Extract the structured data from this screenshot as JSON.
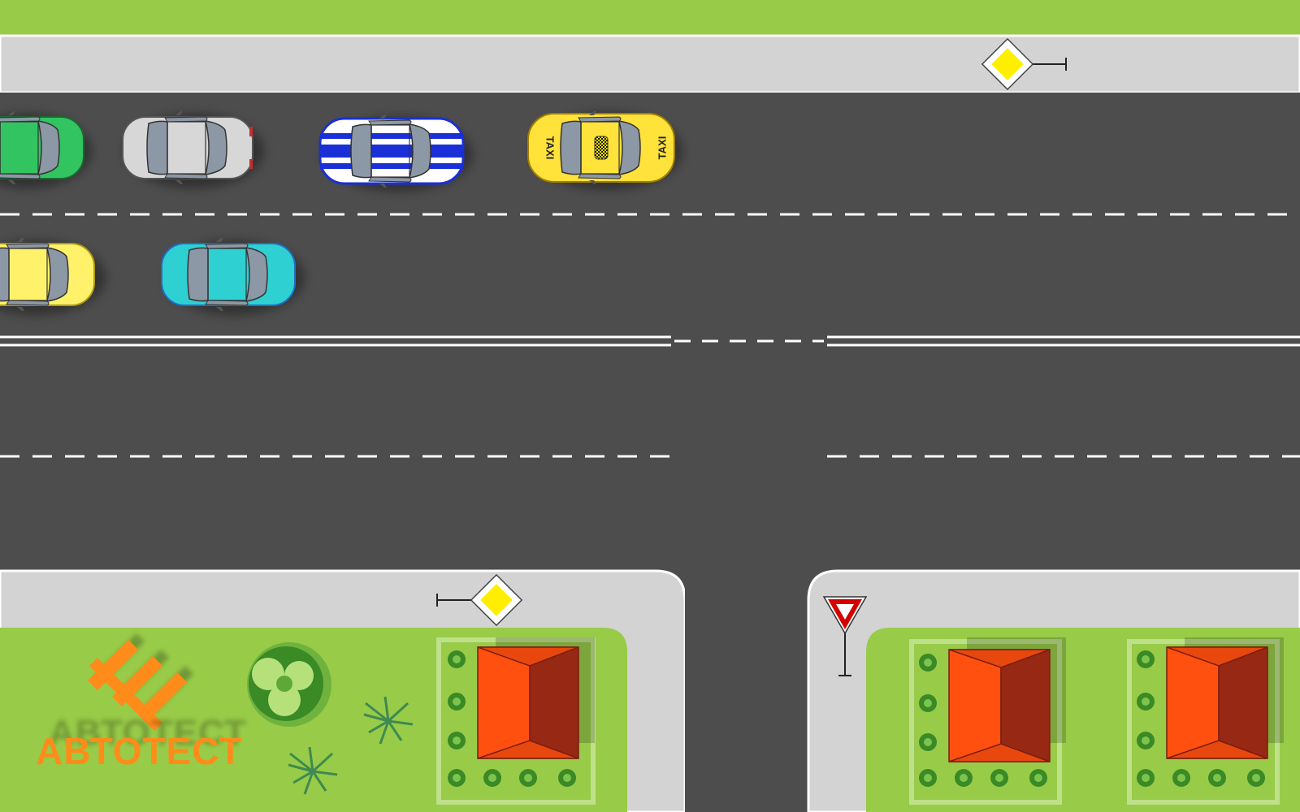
{
  "scene": {
    "title": "",
    "colors": {
      "grass": "#98cb48",
      "sidewalk": "#d3d3d3",
      "asphalt": "#4d4d4d",
      "roof_light": "#ff5010",
      "roof_dark": "#962814",
      "sign_yellow": "#ffee00"
    }
  },
  "taxi": {
    "label_front": "TAXI",
    "label_rear": "TAXI"
  },
  "logo": {
    "text": "АВТОТЕСТ"
  },
  "signs": {
    "main_road_top": "main-road-sign",
    "main_road_bottom": "main-road-sign",
    "yield": "yield-sign"
  },
  "vehicles": [
    {
      "name": "green-car",
      "color": "#33c462"
    },
    {
      "name": "silver-car",
      "color": "#d7d7d7"
    },
    {
      "name": "blue-striped-car",
      "color": "#1a2fd6"
    },
    {
      "name": "taxi-car",
      "color": "#ffe23a"
    },
    {
      "name": "yellow-car",
      "color": "#fff26a"
    },
    {
      "name": "cyan-car",
      "color": "#2fd0d2"
    }
  ]
}
